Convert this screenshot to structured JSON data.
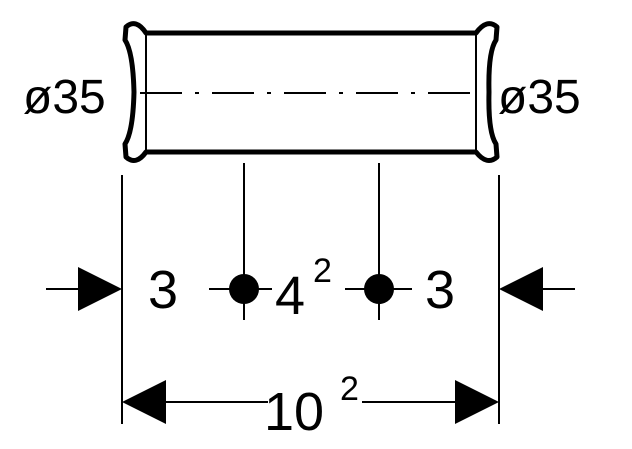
{
  "diameter_left": "ø35",
  "diameter_right": "ø35",
  "dim_left": "3",
  "dim_middle": {
    "base": "4",
    "sup": "2"
  },
  "dim_right": "3",
  "dim_total": {
    "base": "10",
    "sup": "2"
  },
  "colors": {
    "ink": "#000000",
    "background": "#ffffff"
  }
}
